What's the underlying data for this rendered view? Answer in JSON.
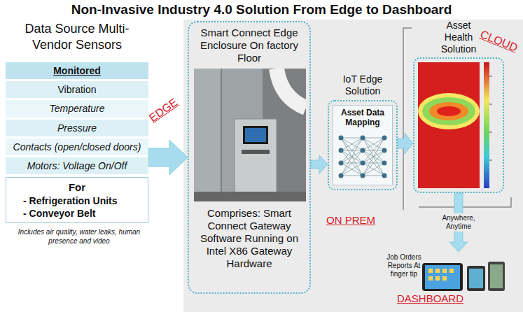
{
  "diagram": {
    "title": "Non-Invasive Industry 4.0 Solution From Edge to Dashboard",
    "nodes": [
      {
        "text": [
          "Data Source Multi-Vendor Sensors"
        ]
      },
      {
        "text": [
          "Monitored"
        ],
        "in": 0
      },
      {
        "text": [
          "Vibration"
        ],
        "in": 0
      },
      {
        "text": [
          "Temperature"
        ],
        "in": 0
      },
      {
        "text": [
          "Pressure"
        ],
        "in": 0
      },
      {
        "text": [
          "Contacts (open/closed doors)"
        ],
        "in": 0
      },
      {
        "text": [
          "Motors: Voltage On/Off"
        ],
        "in": 0
      },
      {
        "text": [
          "For",
          "- Refrigeration Units",
          "- Conveyor Belt"
        ],
        "in": 0
      },
      {
        "text": [
          "Smart Connect Edge Enclosure On factory Floor",
          "Comprises: Smart Connect Gateway Software Running on Intel X86 Gateway Hardware"
        ]
      },
      {
        "text": [
          "IoT Edge Solution"
        ]
      },
      {
        "text": [
          "Asset Data Mapping"
        ],
        "in": 9
      },
      {
        "text": [
          "Asset Health Solution"
        ]
      },
      {
        "text": [
          "Job Orders Reports At finger tip",
          "DASHBOARD"
        ]
      }
    ],
    "edges": [
      {
        "from": 0,
        "to": 8,
        "arrow": "to"
      },
      {
        "from": 8,
        "to": 9,
        "arrow": "to"
      },
      {
        "from": 9,
        "to": 11,
        "arrow": "to"
      },
      {
        "from": 11,
        "to": 12,
        "arrow": "to",
        "label": "Anywhere, Anytime"
      }
    ],
    "labels": [
      "Includes air quality, water leaks, human presence and video",
      "EDGE",
      "ON PREM",
      "CLOUD"
    ]
  }
}
